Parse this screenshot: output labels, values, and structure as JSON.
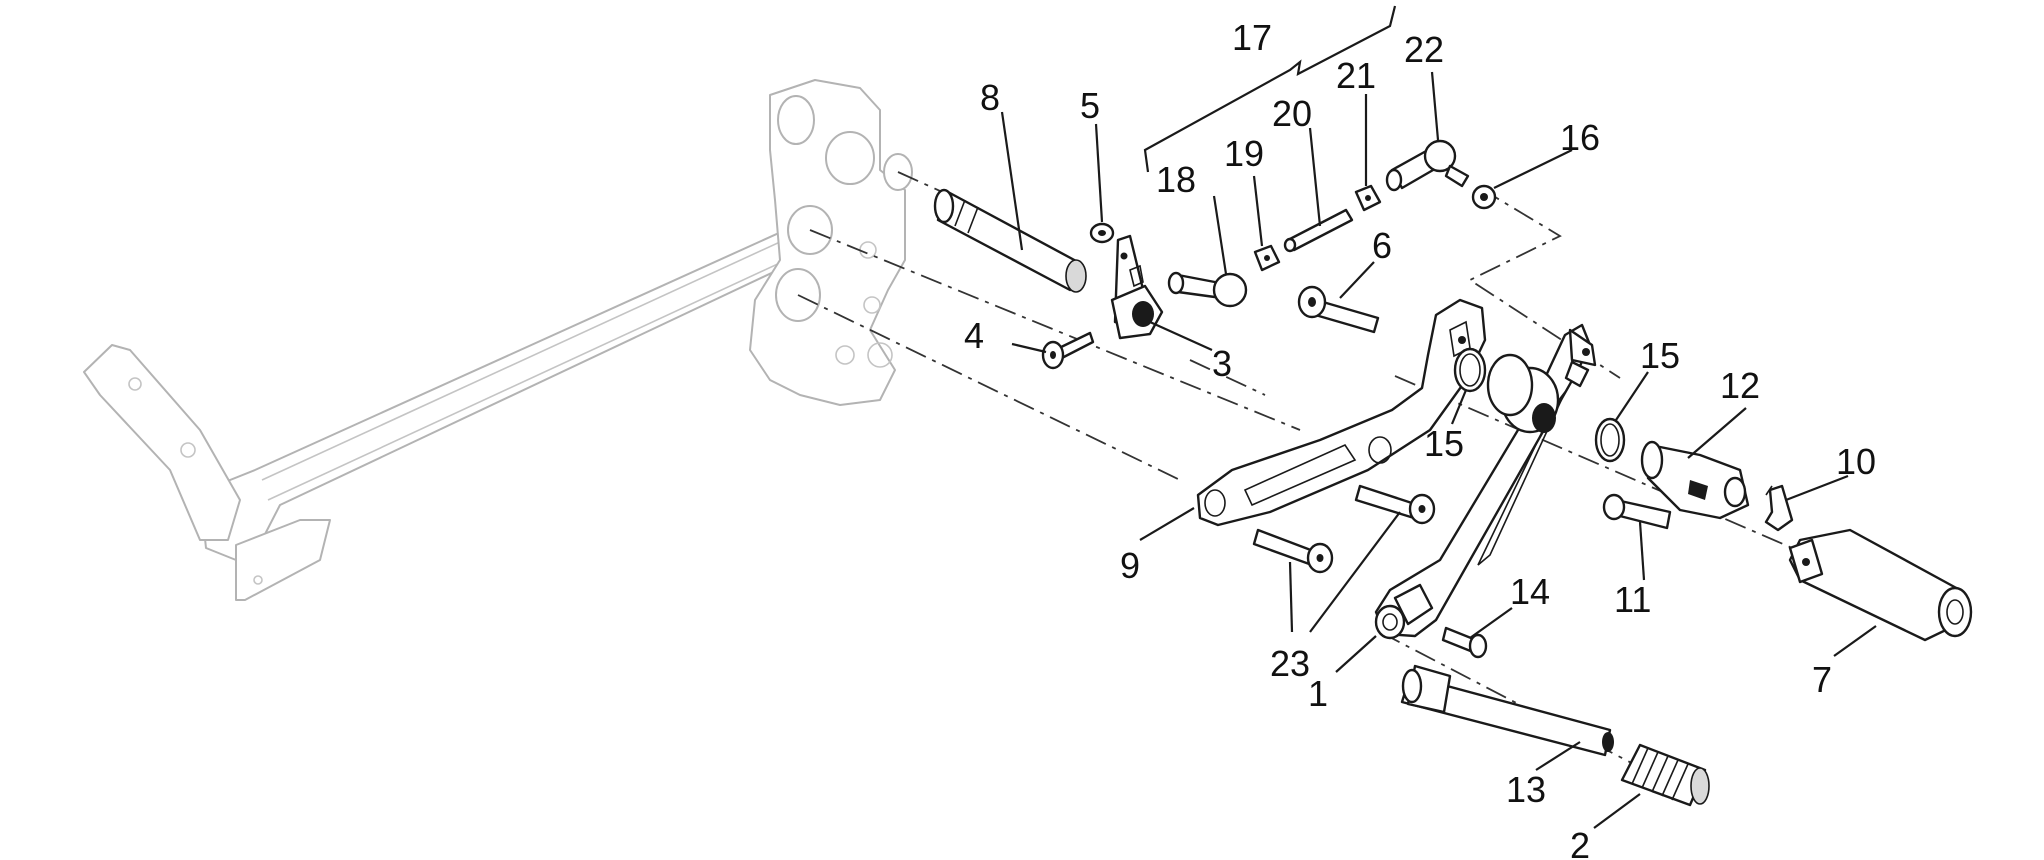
{
  "colors": {
    "line": "#1a1a1a",
    "frame": "#b3b3b3",
    "background": "#ffffff",
    "shade": "#d9d9d9"
  },
  "callouts": {
    "c1": "1",
    "c2": "2",
    "c3": "3",
    "c4": "4",
    "c5": "5",
    "c6": "6",
    "c7": "7",
    "c8": "8",
    "c9": "9",
    "c10": "10",
    "c11": "11",
    "c12": "12",
    "c13": "13",
    "c14": "14",
    "c15a": "15",
    "c15b": "15",
    "c16": "16",
    "c17": "17",
    "c18": "18",
    "c19": "19",
    "c20": "20",
    "c21": "21",
    "c22": "22",
    "c23": "23"
  }
}
